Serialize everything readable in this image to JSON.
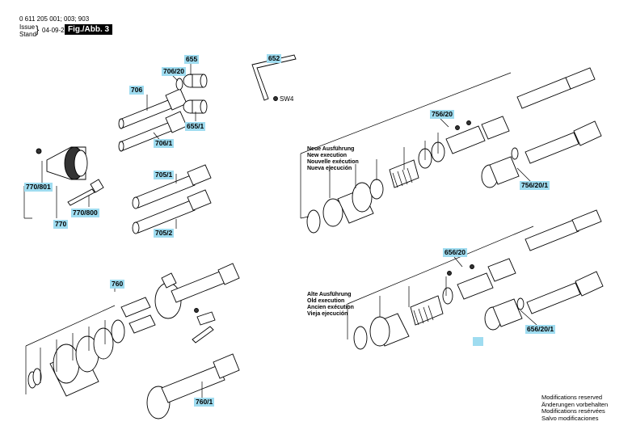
{
  "header": {
    "doc_numbers": "0 611 205 001; 003; 903",
    "issue_label": "Issue",
    "stand_label": "Stand",
    "date": "04-09-20",
    "figure_tag": "Fig./Abb. 3"
  },
  "sections": {
    "new": [
      "Neue Ausführung",
      "New execution",
      "Nouvelle exécution",
      "Nueva ejecución"
    ],
    "old": [
      "Alte Ausführung",
      "Old execution",
      "Ancien exécution",
      "Vieja ejecución"
    ]
  },
  "parts": {
    "p655": "655",
    "p706_20": "706/20",
    "p706": "706",
    "p655_1": "655/1",
    "p706_1": "706/1",
    "p652": "652",
    "p705_1": "705/1",
    "p705_2": "705/2",
    "p770_801": "770/801",
    "p770_800": "770/800",
    "p770": "770",
    "p756_20": "756/20",
    "p756_20_1": "756/20/1",
    "p760": "760",
    "p760_1": "760/1",
    "p656_20": "656/20",
    "p656_20_1": "656/20/1"
  },
  "sw4_label": "SW4",
  "footer_notes": [
    "Modifications reserved",
    "Änderungen vorbehalten",
    "Modifications resérvées",
    "Salvo modificaciones"
  ]
}
